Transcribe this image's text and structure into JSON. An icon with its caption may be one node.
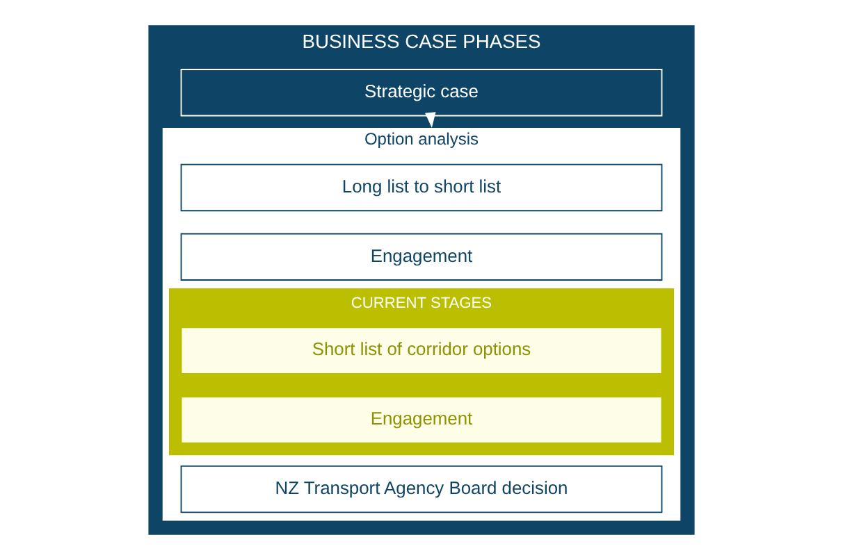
{
  "diagram": {
    "nodes": [
      {
        "text": [
          "BUSINESS CASE PHASES"
        ]
      },
      {
        "text": [
          "Strategic case"
        ],
        "in": 0
      },
      {
        "text": [
          "Option analysis"
        ],
        "in": 0
      },
      {
        "text": [
          "Long list to short list"
        ],
        "in": 2
      },
      {
        "text": [
          "Engagement"
        ],
        "in": 2
      },
      {
        "text": [
          "CURRENT STAGES"
        ],
        "in": 2
      },
      {
        "text": [
          "Short list of corridor options"
        ],
        "in": 5
      },
      {
        "text": [
          "Engagement"
        ],
        "in": 5
      },
      {
        "text": [
          "NZ Transport Agency Board decision"
        ],
        "in": 2
      }
    ],
    "edges": [
      {
        "from": 1,
        "to": 2,
        "arrow": "to"
      }
    ]
  }
}
